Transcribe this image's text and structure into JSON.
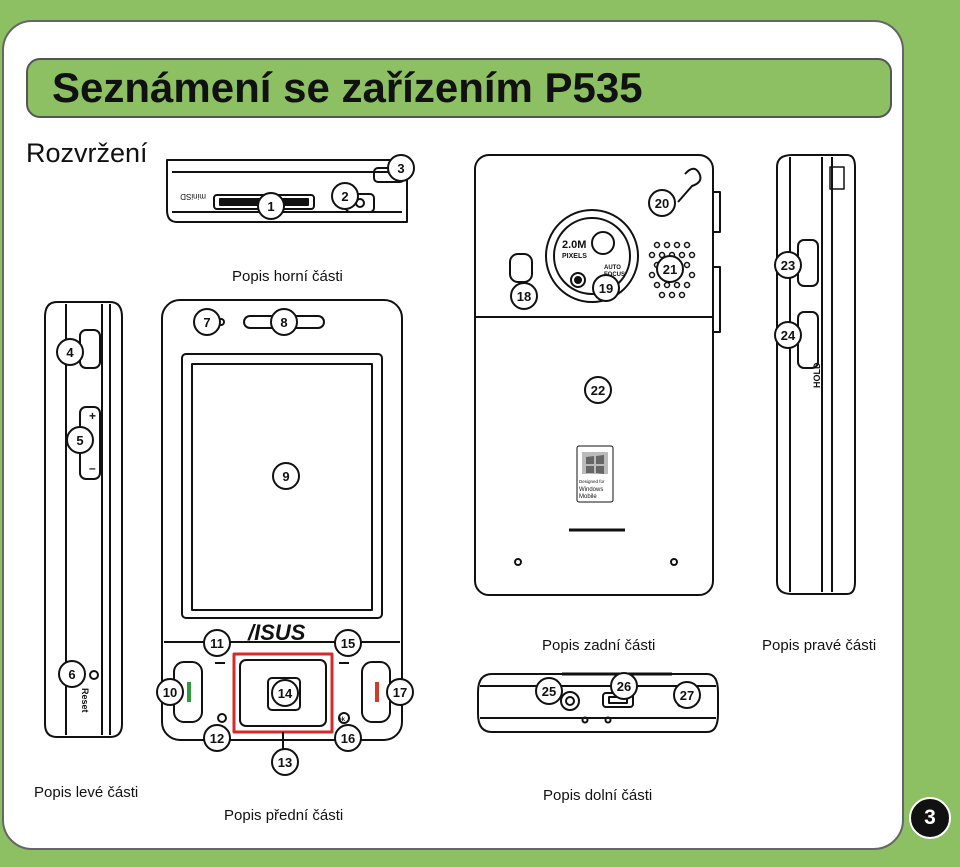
{
  "header": {
    "title": "Seznámení se zařízením P535"
  },
  "section": {
    "title": "Rozvržení"
  },
  "captions": {
    "top": "Popis horní části",
    "back": "Popis zadní části",
    "right": "Popis pravé části",
    "left": "Popis levé části",
    "front": "Popis přední části",
    "bottom": "Popis dolní části"
  },
  "device_text": {
    "minisd": "miniSD",
    "camera_line1": "2.0M",
    "camera_line2": "PIXELS",
    "autofocus_line1": "AUTO",
    "autofocus_line2": "FOCUS",
    "brand": "/ISUS",
    "designed_for": "Designed for",
    "windows": "Windows",
    "mobile": "Mobile",
    "hold": "HOLD",
    "reset": "Reset",
    "ok": "ok"
  },
  "callouts": [
    "1",
    "2",
    "3",
    "4",
    "5",
    "6",
    "7",
    "8",
    "9",
    "10",
    "11",
    "12",
    "13",
    "14",
    "15",
    "16",
    "17",
    "18",
    "19",
    "20",
    "21",
    "22",
    "23",
    "24",
    "25",
    "26",
    "27"
  ],
  "page_number": "3",
  "colors": {
    "accent_green": "#8cc063",
    "call_green": "#2e9b3f",
    "end_red": "#d23a2a",
    "highlight_red": "#d42a2a"
  }
}
